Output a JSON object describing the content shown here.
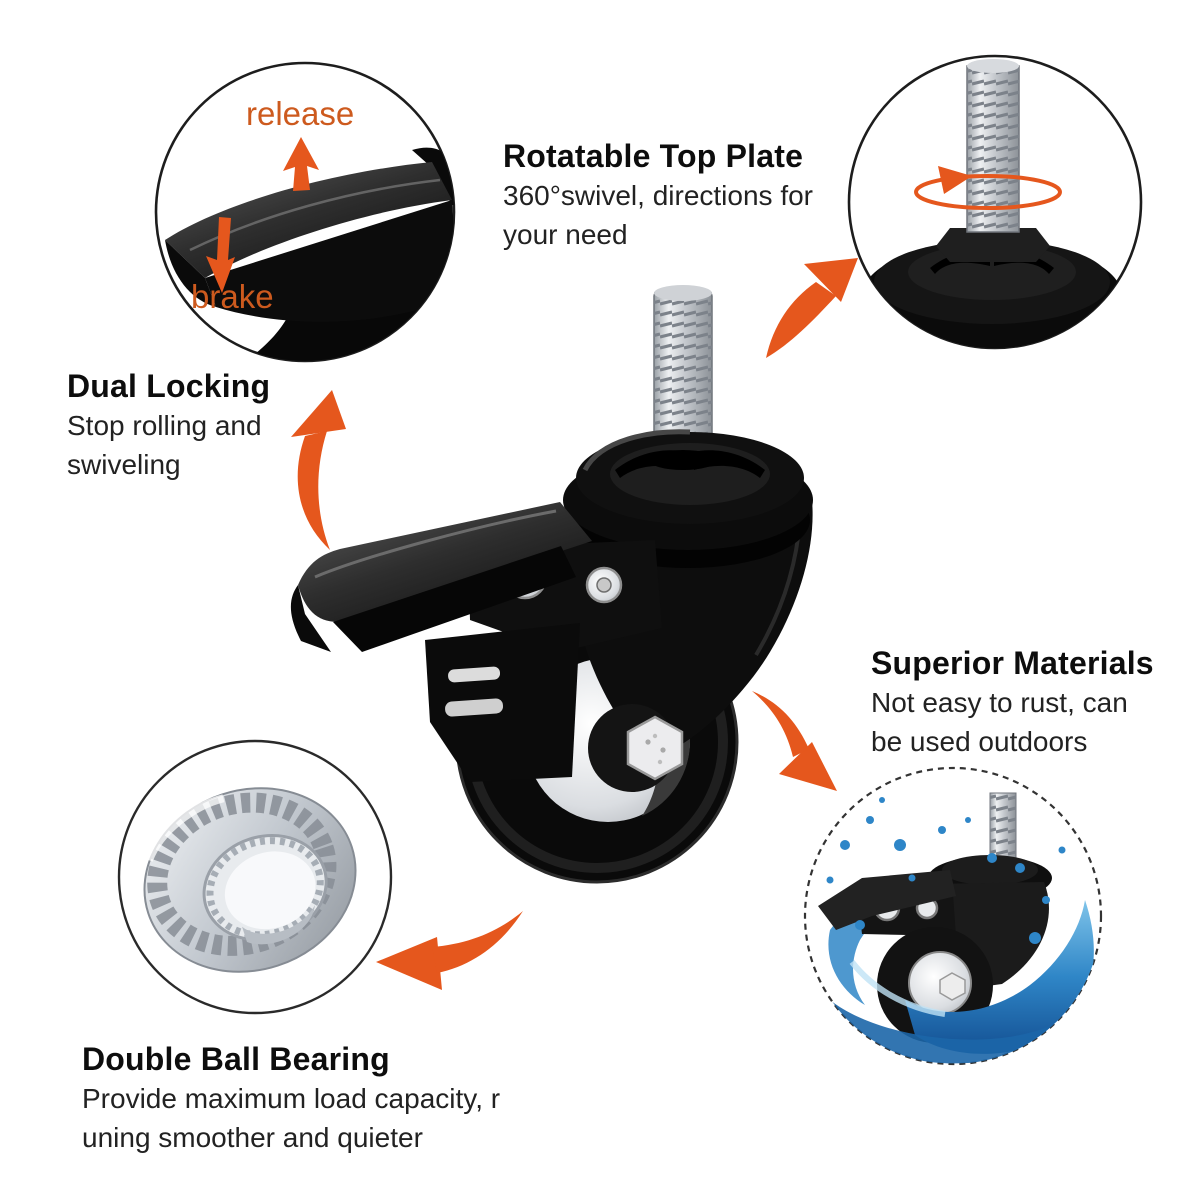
{
  "figure": {
    "kind": "product-feature-infographic",
    "subject": "swivel caster wheel with brake and threaded stem"
  },
  "features": [
    {
      "id": "rotatable-top-plate",
      "title": "Rotatable Top Plate",
      "line1": "360°swivel, directions for",
      "line2": "your need"
    },
    {
      "id": "dual-locking",
      "title": "Dual Locking",
      "line1": "Stop rolling and",
      "line2": "swiveling"
    },
    {
      "id": "superior-materials",
      "title": "Superior Materials",
      "line1": "Not easy to rust, can",
      "line2": "be used outdoors"
    },
    {
      "id": "double-ball-bearing",
      "title": "Double Ball Bearing",
      "line1": "Provide maximum load capacity, r",
      "line2": "uning smoother and quieter"
    }
  ],
  "callouts": {
    "release": "release",
    "brake": "brake"
  },
  "icons": {
    "curved_arrow": "orange-swoosh-arrow",
    "rotation_arrow": "orange-rotation-ellipse-arrow",
    "release_arrow": "straight-up-arrow",
    "brake_arrow": "straight-down-arrow"
  },
  "colors": {
    "background": "#ffffff",
    "arrow_orange": "#e5571d",
    "callout_orange": "#cd5a1e",
    "heading_text": "#0d0d0d",
    "body_text": "#222222",
    "caster_black": "#0c0c0c",
    "metal_silver": "#c9cdd2",
    "water_blue": "#2f86c7",
    "circle_border": "#1d1d1d"
  }
}
